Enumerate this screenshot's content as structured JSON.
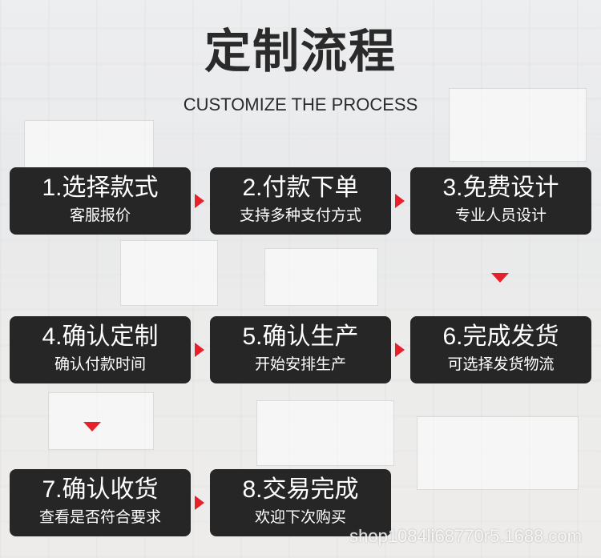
{
  "header": {
    "title": "定制流程",
    "subtitle": "CUSTOMIZE THE PROCESS"
  },
  "steps": [
    {
      "title": "1.选择款式",
      "subtitle": "客服报价"
    },
    {
      "title": "2.付款下单",
      "subtitle": "支持多种支付方式"
    },
    {
      "title": "3.免费设计",
      "subtitle": "专业人员设计"
    },
    {
      "title": "4.确认定制",
      "subtitle": "确认付款时间"
    },
    {
      "title": "5.确认生产",
      "subtitle": "开始安排生产"
    },
    {
      "title": "6.完成发货",
      "subtitle": "可选择发货物流"
    },
    {
      "title": "7.确认收货",
      "subtitle": "查看是否符合要求"
    },
    {
      "title": "8.交易完成",
      "subtitle": "欢迎下次购买"
    }
  ],
  "watermark": "shop1084li68770r5.1688.com",
  "colors": {
    "box": "#262626",
    "arrow": "#e8202a",
    "title": "#2a2a2a"
  }
}
